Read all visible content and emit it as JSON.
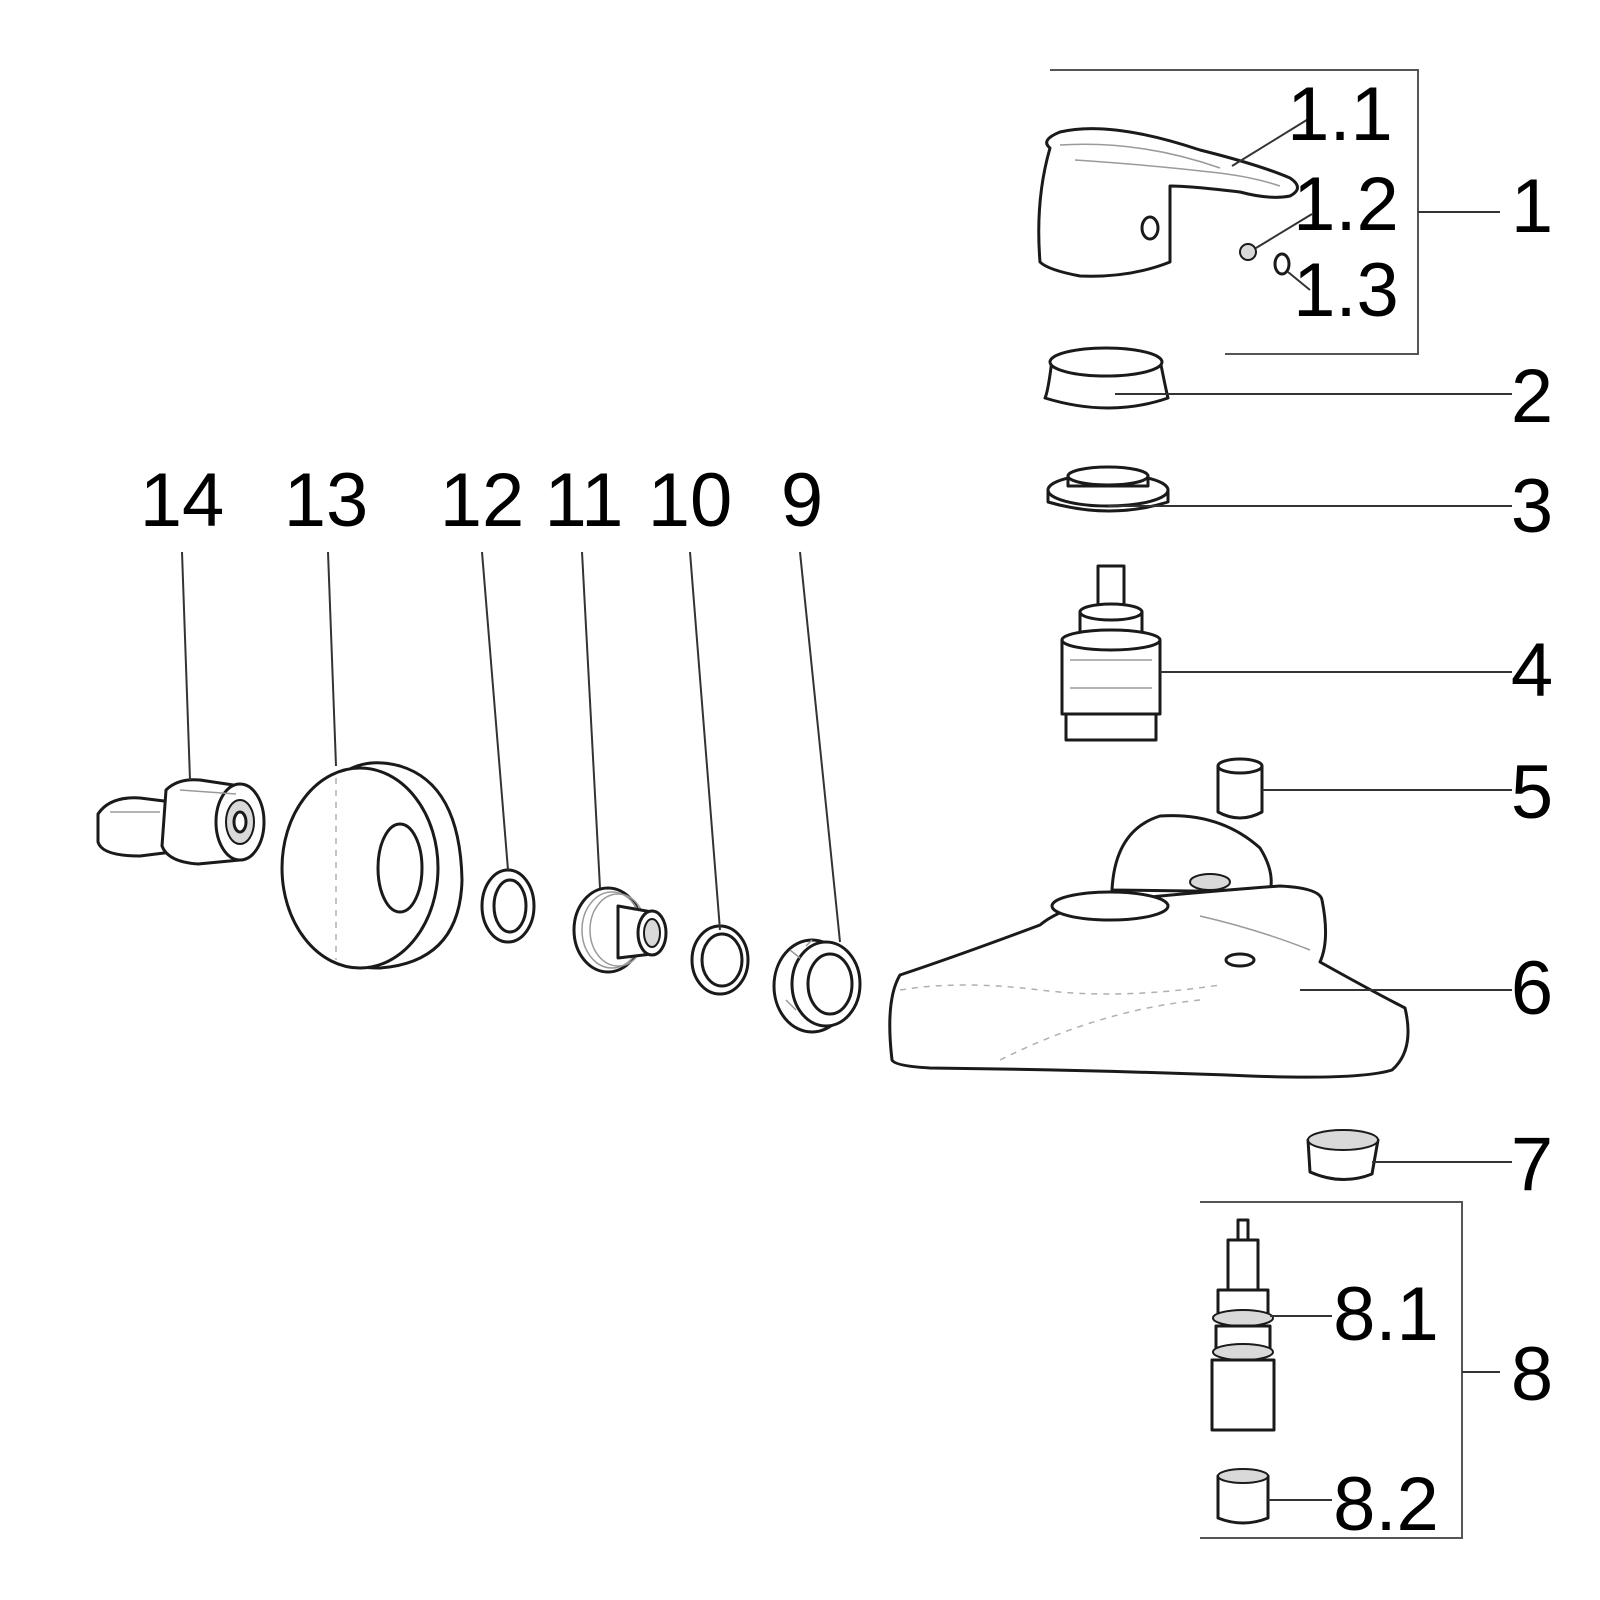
{
  "labels": {
    "p1": "1",
    "p1_1": "1.1",
    "p1_2": "1.2",
    "p1_3": "1.3",
    "p2": "2",
    "p3": "3",
    "p4": "4",
    "p5": "5",
    "p6": "6",
    "p7": "7",
    "p8": "8",
    "p8_1": "8.1",
    "p8_2": "8.2",
    "p9": "9",
    "p10": "10",
    "p11": "11",
    "p12": "12",
    "p13": "13",
    "p14": "14"
  },
  "colors": {
    "line": "#1a1a1a",
    "leader": "#333333",
    "shade": "#d9d9d9",
    "background": "#ffffff"
  }
}
